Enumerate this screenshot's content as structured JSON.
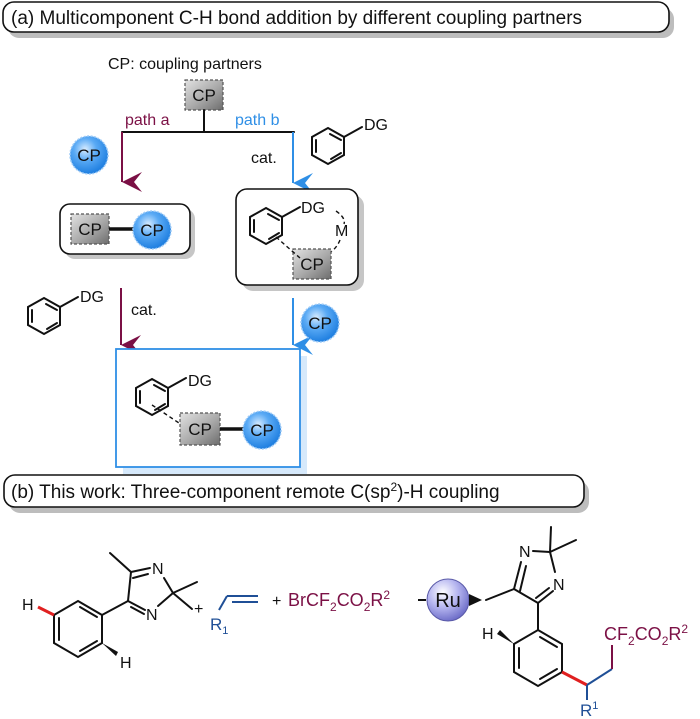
{
  "panel_a": {
    "title": "(a) Multicomponent C-H bond addition by different coupling partners",
    "legend": "CP: coupling partners",
    "path_a_label": "path a",
    "path_b_label": "path b",
    "cp_label": "CP",
    "dg_label": "DG",
    "metal_label": "M",
    "catalyst_label": "cat.",
    "colors": {
      "path_a": "#7b1045",
      "path_b": "#2f8fe6",
      "cp_circle": "#3a97f0",
      "cp_square": "#9a9a9a"
    }
  },
  "panel_b": {
    "title_prefix": "(b) This work: Three-component remote C(sp",
    "title_sup": "2",
    "title_suffix": ")-H coupling",
    "h_label": "H",
    "n_label": "N",
    "plus": "+",
    "alkene_sub": "R",
    "alkene_sub_index": "1",
    "reagent_main": "BrCF",
    "reagent_sub1": "2",
    "reagent_mid": "CO",
    "reagent_sub2": "2",
    "reagent_r": "R",
    "reagent_sup": "2",
    "catalyst": "Ru",
    "product_group_main": "CF",
    "product_group_sub1": "2",
    "product_group_mid": "CO",
    "product_group_sub2": "2",
    "product_group_r": "R",
    "product_group_sup": "2",
    "product_r": "R",
    "product_r_sup": "1",
    "colors": {
      "reagent": "#7b1045",
      "alkene": "#1f4f96",
      "new_bond": "#e02020",
      "ru": "#8f8fe0"
    }
  }
}
